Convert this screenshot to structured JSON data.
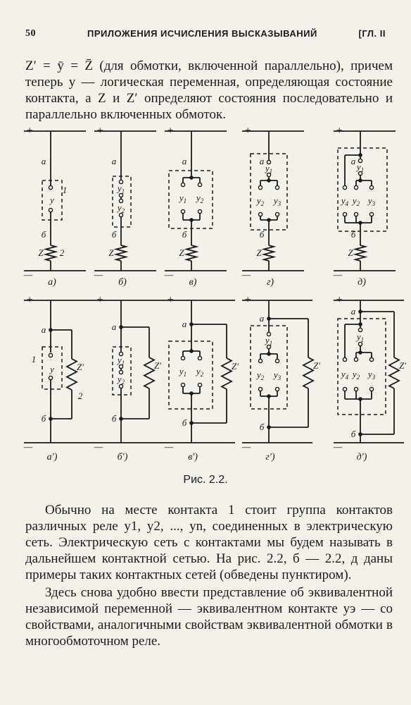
{
  "header": {
    "page_number": "50",
    "running_title": "ПРИЛОЖЕНИЯ ИСЧИСЛЕНИЯ ВЫСКАЗЫВАНИЙ",
    "chapter": "[ГЛ. II"
  },
  "intro_text": "Z′ = ȳ = Z̄ (для обмотки, включенной параллельно), причем теперь y — логическая переменная, определяющая состояние контакта, а Z и Z′ определяют состояния последовательно и параллельно включенных обмоток.",
  "figure": {
    "caption": "Рис. 2.2.",
    "panel_labels_top": [
      "а)",
      "б)",
      "в)",
      "г)",
      "д)"
    ],
    "panel_labels_bottom": [
      "а′)",
      "б′)",
      "в′)",
      "г′)",
      "д′)"
    ],
    "plus": "+",
    "minus": "—",
    "node_a": "а",
    "node_b": "б",
    "coil_series": "Z",
    "coil_parallel": "Z′",
    "num_1": "1",
    "num_2": "2",
    "y": "y",
    "y1": "y1",
    "y2": "y2",
    "y3": "y3",
    "y4": "y4"
  },
  "paragraphs": [
    "Обычно на месте контакта 1 стоит группа контактов различных реле y1, y2, ..., yn, соединенных в электрическую сеть. Электрическую сеть с контактами мы будем называть в дальнейшем контактной сетью. На рис. 2.2, б — 2.2, д даны примеры таких контактных сетей (обведены пунктиром).",
    "Здесь снова удобно ввести представление об эквивалентной независимой переменной — эквивалентном контакте yэ — со свойствами, аналогичными свойствам эквивалентной обмотки в многообмоточном реле."
  ]
}
